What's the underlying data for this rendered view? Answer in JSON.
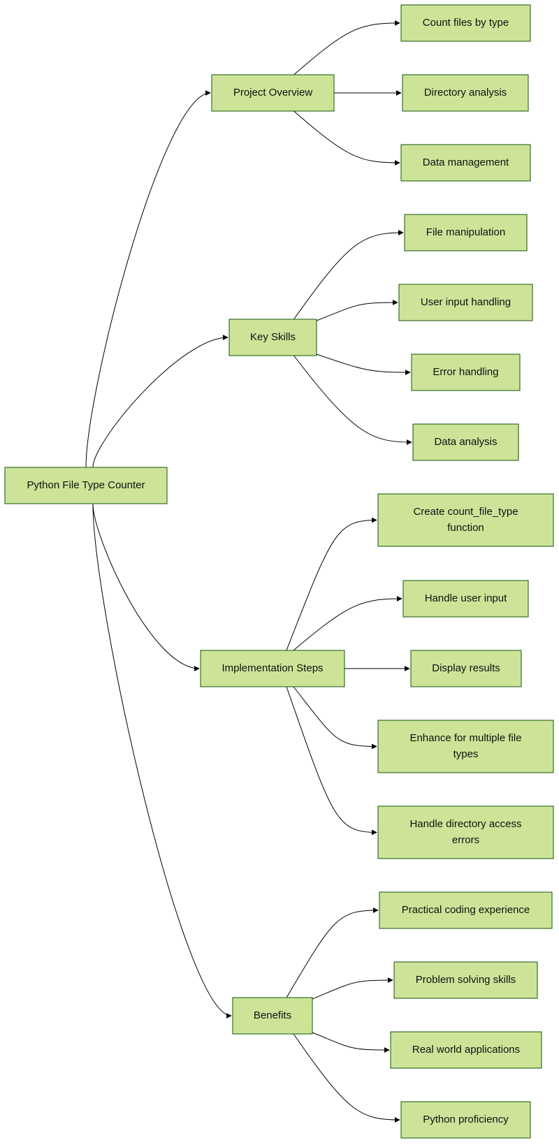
{
  "root": {
    "label": "Python File Type Counter"
  },
  "branches": [
    {
      "label": "Project Overview",
      "children": [
        "Count files by type",
        "Directory analysis",
        "Data management"
      ]
    },
    {
      "label": "Key Skills",
      "children": [
        "File manipulation",
        "User input handling",
        "Error handling",
        "Data analysis"
      ]
    },
    {
      "label": "Implementation Steps",
      "children": [
        [
          "Create count_file_type",
          "function"
        ],
        "Handle user input",
        "Display results",
        [
          "Enhance for multiple file",
          "types"
        ],
        [
          "Handle directory access",
          "errors"
        ]
      ]
    },
    {
      "label": "Benefits",
      "children": [
        "Practical coding experience",
        "Problem solving skills",
        "Real world applications",
        "Python proficiency"
      ]
    }
  ],
  "colors": {
    "node_fill": "#cde498",
    "node_stroke": "#13540c",
    "edge": "#000000"
  }
}
